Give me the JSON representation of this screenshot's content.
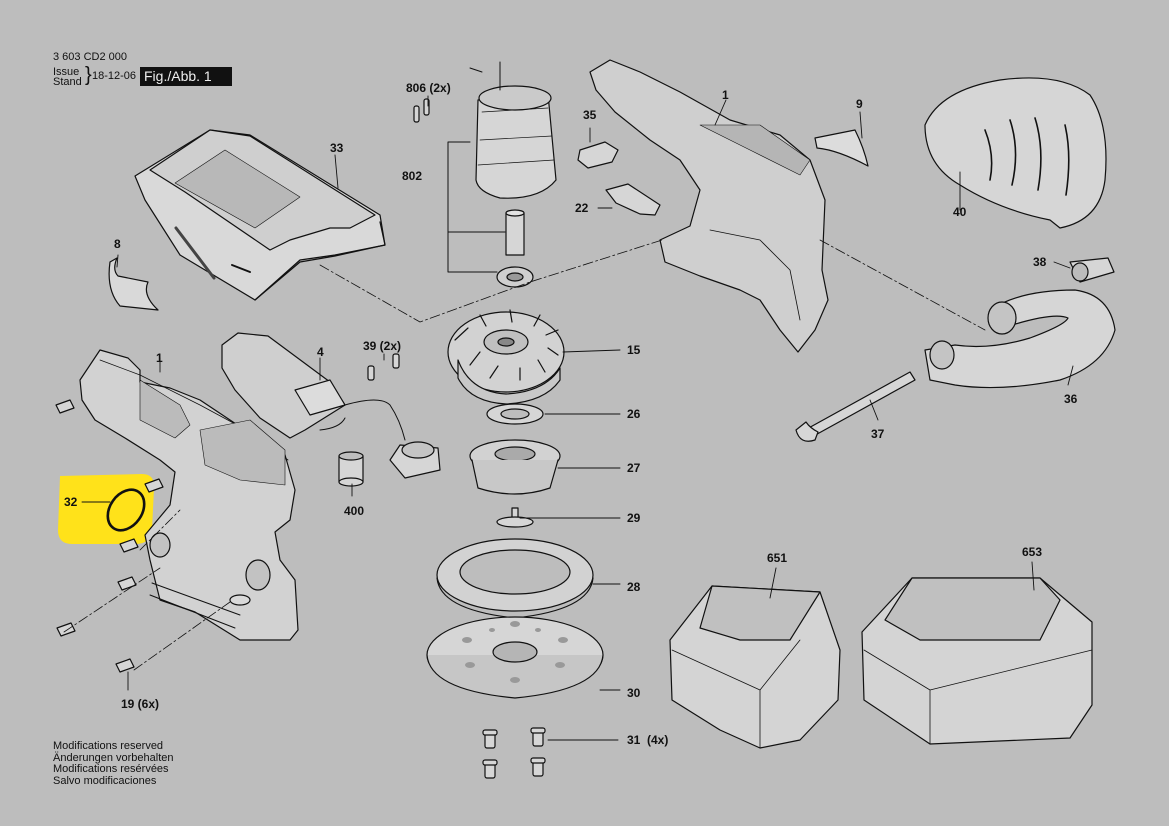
{
  "header": {
    "part_number": "3 603 CD2 000",
    "issue_label": "Issue",
    "stand_label": "Stand",
    "date": "18-12-06",
    "figure": "Fig./Abb. 1"
  },
  "callouts": [
    {
      "id": "33",
      "text": "33"
    },
    {
      "id": "806",
      "text": "806 (2x)"
    },
    {
      "id": "802",
      "text": "802"
    },
    {
      "id": "35",
      "text": "35"
    },
    {
      "id": "22",
      "text": "22"
    },
    {
      "id": "1a",
      "text": "1"
    },
    {
      "id": "9",
      "text": "9"
    },
    {
      "id": "40",
      "text": "40"
    },
    {
      "id": "8",
      "text": "8"
    },
    {
      "id": "38",
      "text": "38"
    },
    {
      "id": "1b",
      "text": "1"
    },
    {
      "id": "4",
      "text": "4"
    },
    {
      "id": "39",
      "text": "39 (2x)"
    },
    {
      "id": "15",
      "text": "15"
    },
    {
      "id": "36",
      "text": "36"
    },
    {
      "id": "26",
      "text": "26"
    },
    {
      "id": "37",
      "text": "37"
    },
    {
      "id": "27",
      "text": "27"
    },
    {
      "id": "32",
      "text": "32"
    },
    {
      "id": "400",
      "text": "400"
    },
    {
      "id": "29",
      "text": "29"
    },
    {
      "id": "651",
      "text": "651"
    },
    {
      "id": "653",
      "text": "653"
    },
    {
      "id": "28",
      "text": "28"
    },
    {
      "id": "19",
      "text": "19 (6x)"
    },
    {
      "id": "30",
      "text": "30"
    },
    {
      "id": "31",
      "text": "31  (4x)"
    }
  ],
  "highlight": {
    "part": "32",
    "color": "#ffe21a"
  },
  "notes": [
    "Modifications reserved",
    "Änderungen vorbehalten",
    "Modifications resérvées",
    "Salvo modificaciones"
  ],
  "colors": {
    "background": "#bdbdbd",
    "ink": "#111111",
    "highlight": "#ffe21a"
  }
}
